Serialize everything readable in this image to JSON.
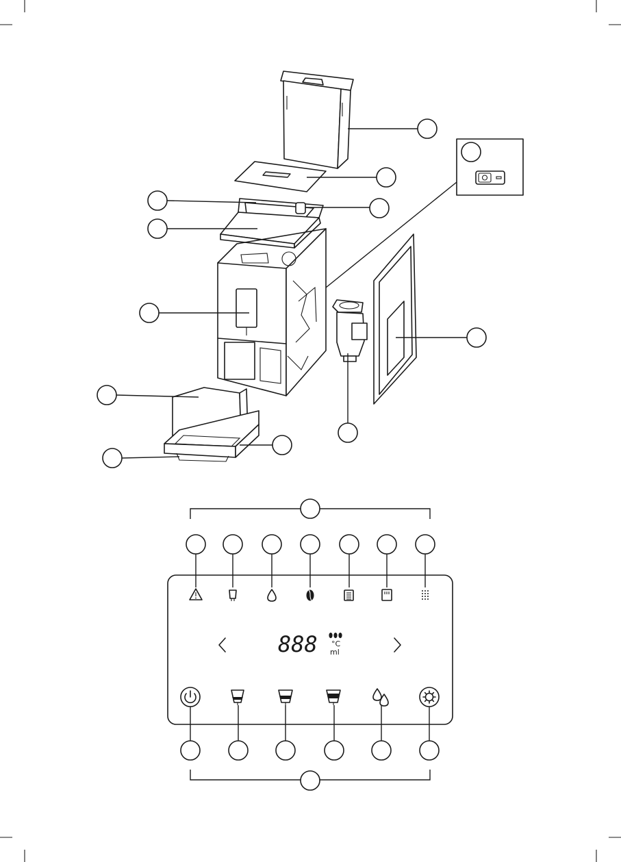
{
  "display": {
    "digits": "888",
    "temp_unit": "°C",
    "volume_unit": "ml"
  },
  "icons": {
    "indicators": [
      "warning-icon",
      "grounds-container-icon",
      "water-drop-icon",
      "coffee-bean-icon",
      "descale-icon",
      "filter-icon",
      "cleaning-icon"
    ],
    "buttons": [
      "power-icon",
      "small-cup-icon",
      "medium-cup-icon",
      "large-cup-icon",
      "hot-water-icon",
      "settings-gear-icon"
    ],
    "nav": [
      "chevron-left-icon",
      "chevron-right-icon"
    ]
  },
  "colors": {
    "line": "#1a1a1a",
    "background": "#ffffff"
  }
}
